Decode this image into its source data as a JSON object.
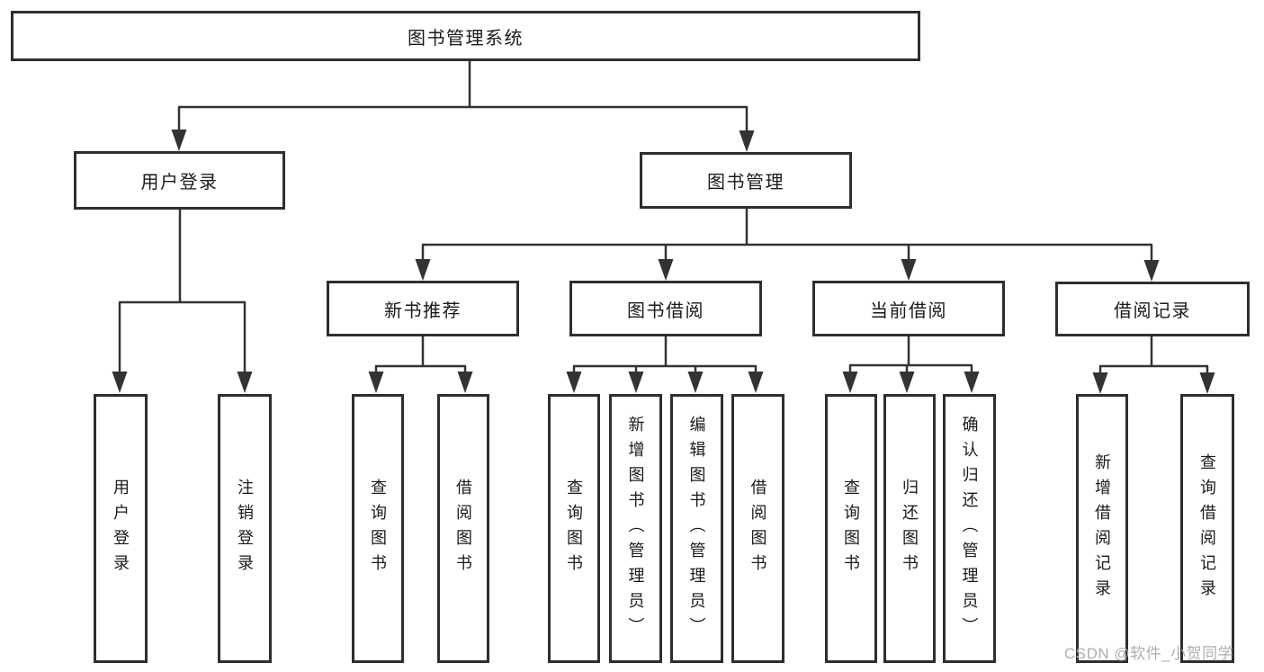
{
  "diagram": {
    "root": {
      "label": "图书管理系统"
    },
    "level2": [
      {
        "label": "用户登录"
      },
      {
        "label": "图书管理"
      }
    ],
    "level3": [
      {
        "label": "新书推荐"
      },
      {
        "label": "图书借阅"
      },
      {
        "label": "当前借阅"
      },
      {
        "label": "借阅记录"
      }
    ],
    "leaves": [
      {
        "label": "用户登录"
      },
      {
        "label": "注销登录"
      },
      {
        "label": "查询图书"
      },
      {
        "label": "借阅图书"
      },
      {
        "label": "查询图书"
      },
      {
        "label": "新增图书（管理员）"
      },
      {
        "label": "编辑图书（管理员）"
      },
      {
        "label": "借阅图书"
      },
      {
        "label": "查询图书"
      },
      {
        "label": "归还图书"
      },
      {
        "label": "确认归还（管理员）"
      },
      {
        "label": "新增借阅记录"
      },
      {
        "label": "查询借阅记录"
      }
    ],
    "colors": {
      "line": "#333333",
      "box_border": "#2e2e2e",
      "text": "#1a1a1a",
      "background": "#ffffff",
      "watermark": "#aeaeae"
    },
    "watermark": {
      "text": "CSDN @软件_小贺同学"
    }
  }
}
